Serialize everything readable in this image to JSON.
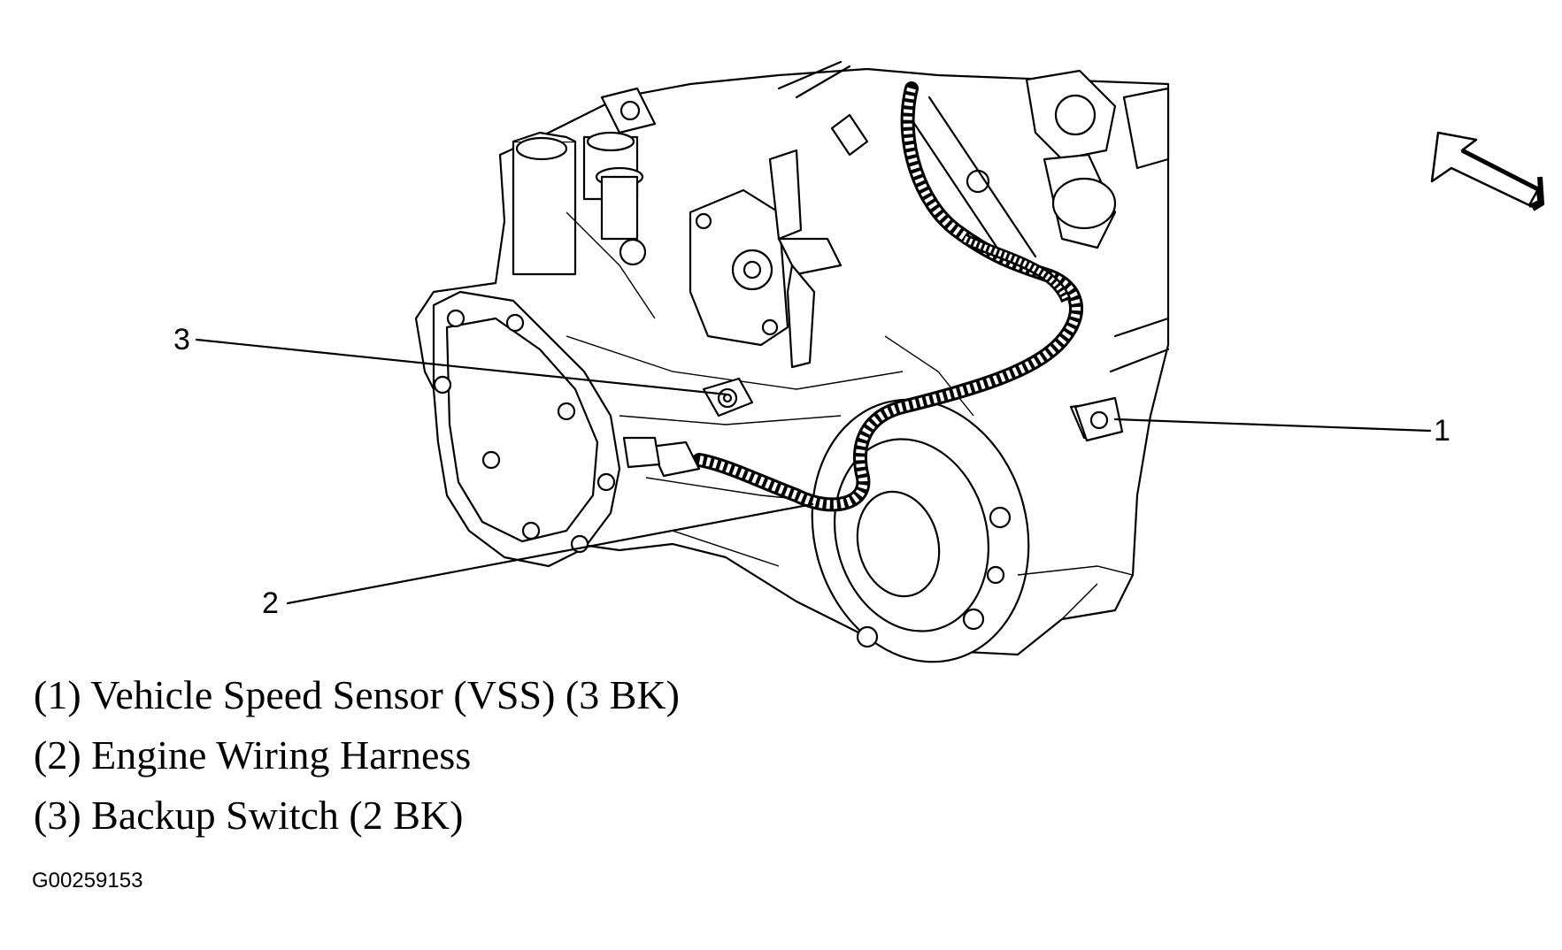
{
  "callouts": [
    {
      "id": "1",
      "label": "1"
    },
    {
      "id": "2",
      "label": "2"
    },
    {
      "id": "3",
      "label": "3"
    }
  ],
  "legend": [
    {
      "text": "(1) Vehicle Speed Sensor (VSS) (3 BK)"
    },
    {
      "text": "(2) Engine Wiring Harness"
    },
    {
      "text": "(3) Backup Switch (2 BK)"
    }
  ],
  "figure_id": "G00259153",
  "icons": {
    "direction_arrow": "direction-arrow-icon"
  }
}
